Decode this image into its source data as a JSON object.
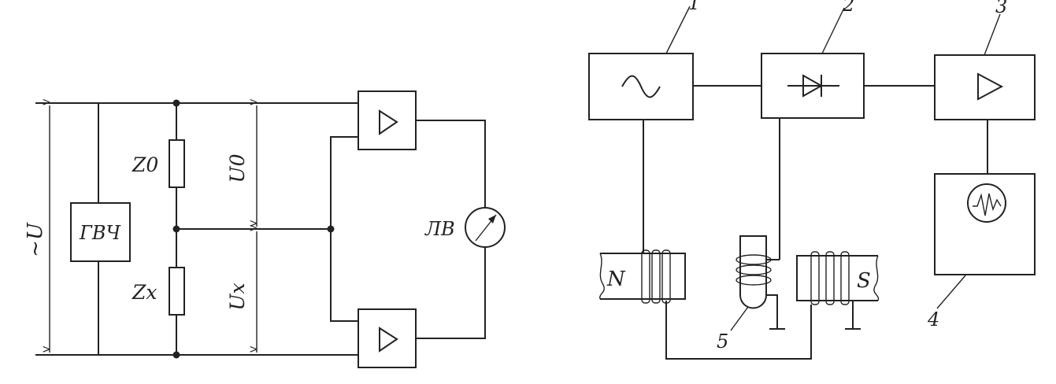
{
  "left_circuit": {
    "source_label": "~U",
    "generator_label": "ГВЧ",
    "reference_impedance_label": "Z0",
    "unknown_impedance_label": "Zx",
    "voltage_reference_label": "U0",
    "voltage_unknown_label": "Ux",
    "meter_label": "ЛВ"
  },
  "right_circuit": {
    "callouts": [
      "1",
      "2",
      "3",
      "4",
      "5"
    ],
    "magnet_left_label": "N",
    "magnet_right_label": "S"
  }
}
